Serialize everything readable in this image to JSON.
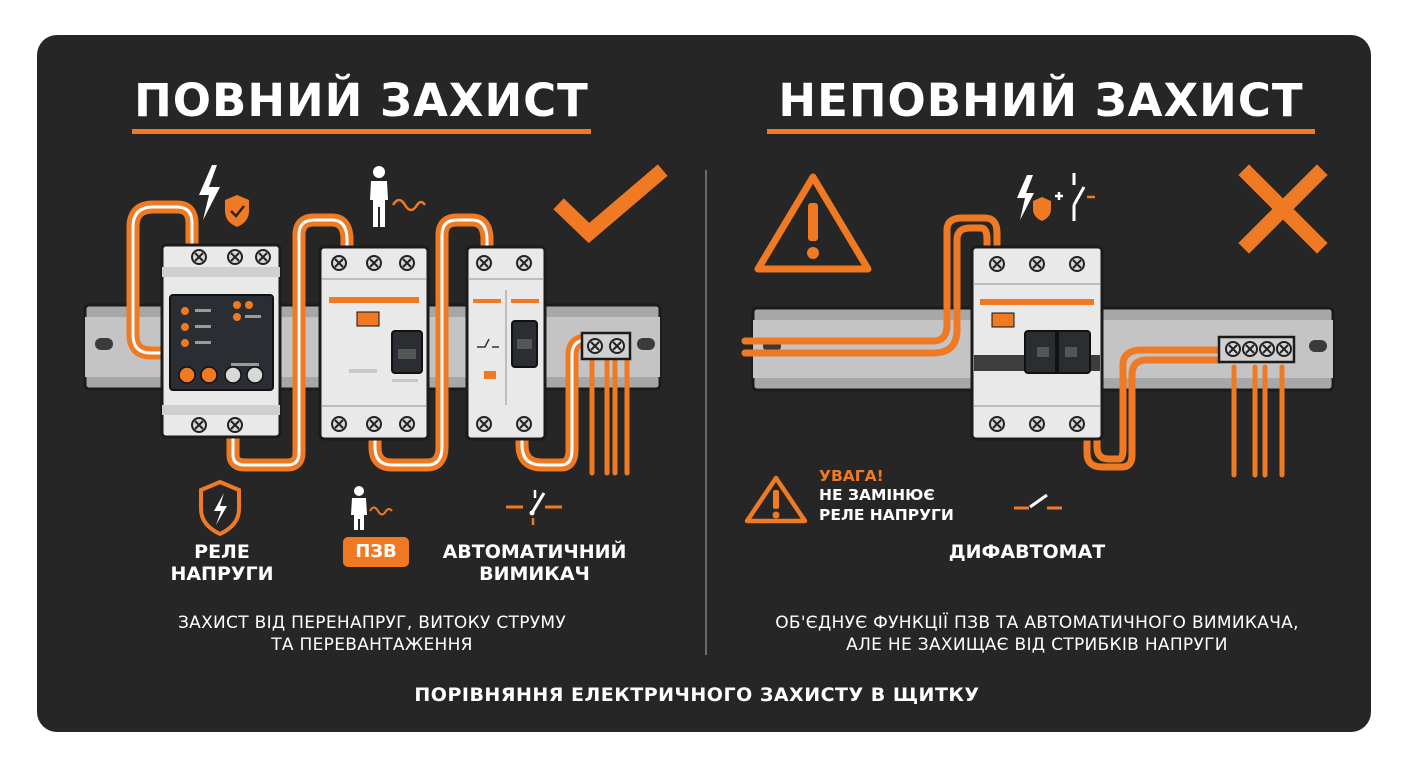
{
  "left": {
    "title": "ПОВНИЙ ЗАХИСТ",
    "labels": {
      "relay_line1": "РЕЛЕ",
      "relay_line2": "НАПРУГИ",
      "rcd": "ПЗВ",
      "breaker_line1": "АВТОМАТИЧНИЙ",
      "breaker_line2": "ВИМИКАЧ"
    },
    "description_line1": "ЗАХИСТ ВІД ПЕРЕНАПРУГ, ВИТОКУ СТРУМУ",
    "description_line2": "ТА ПЕРЕВАНТАЖЕННЯ"
  },
  "right": {
    "title": "НЕПОВНИЙ ЗАХИСТ",
    "warning_line1": "УВАГА!",
    "warning_line2": "НЕ ЗАМІНЮЄ",
    "warning_line3": "РЕЛЕ НАПРУГИ",
    "device_label": "ДИФАВТОМАТ",
    "description_line1": "ОБ'ЄДНУЄ ФУНКЦІЇ ПЗВ ТА АВТОМАТИЧНОГО ВИМИКАЧА,",
    "description_line2": "АЛЕ НЕ ЗАХИЩАЄ ВІД СТРИБКІВ НАПРУГИ"
  },
  "footer": "ПОРІВНЯННЯ ЕЛЕКТРИЧНОГО ЗАХИСТУ В ЩИТКУ",
  "icons": [
    "lightning-shield-icon",
    "person-leakage-icon",
    "checkmark-icon",
    "warning-triangle-icon",
    "lightning-shield-plus-switch-icon",
    "cross-icon",
    "shield-lightning-icon",
    "person-current-icon",
    "switch-symbol-icon",
    "small-warning-icon",
    "small-switch-icon"
  ],
  "colors": {
    "accent": "#f07a23",
    "background": "#272626",
    "device": "#e9e9e9",
    "rail": "#a7a7a7"
  }
}
